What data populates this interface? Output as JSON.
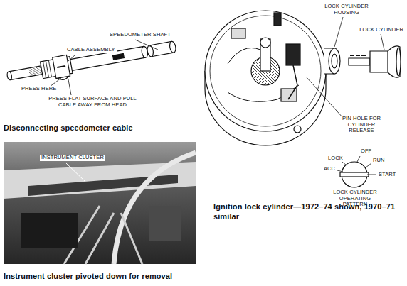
{
  "diagram": {
    "labels": [
      "SPEEDOMETER SHAFT",
      "CABLE ASSEMBLY",
      "PRESS HERE",
      "PRESS FLAT SURFACE AND PULL CABLE AWAY FROM HEAD",
      "Disconnecting speedometer cable",
      "INSTRUMENT CLUSTER",
      "Instrument cluster pivoted down for removal",
      "LOCK CYLINDER HOUSING",
      "LOCK CYLINDER",
      "PIN HOLE FOR CYLINDER RELEASE",
      "LOCK",
      "OFF",
      "ACC",
      "RUN",
      "START",
      "LOCK CYLINDER OPERATING PATTERN",
      "Ignition lock cylinder—1972–74 shown, 1970–71 similar"
    ]
  }
}
